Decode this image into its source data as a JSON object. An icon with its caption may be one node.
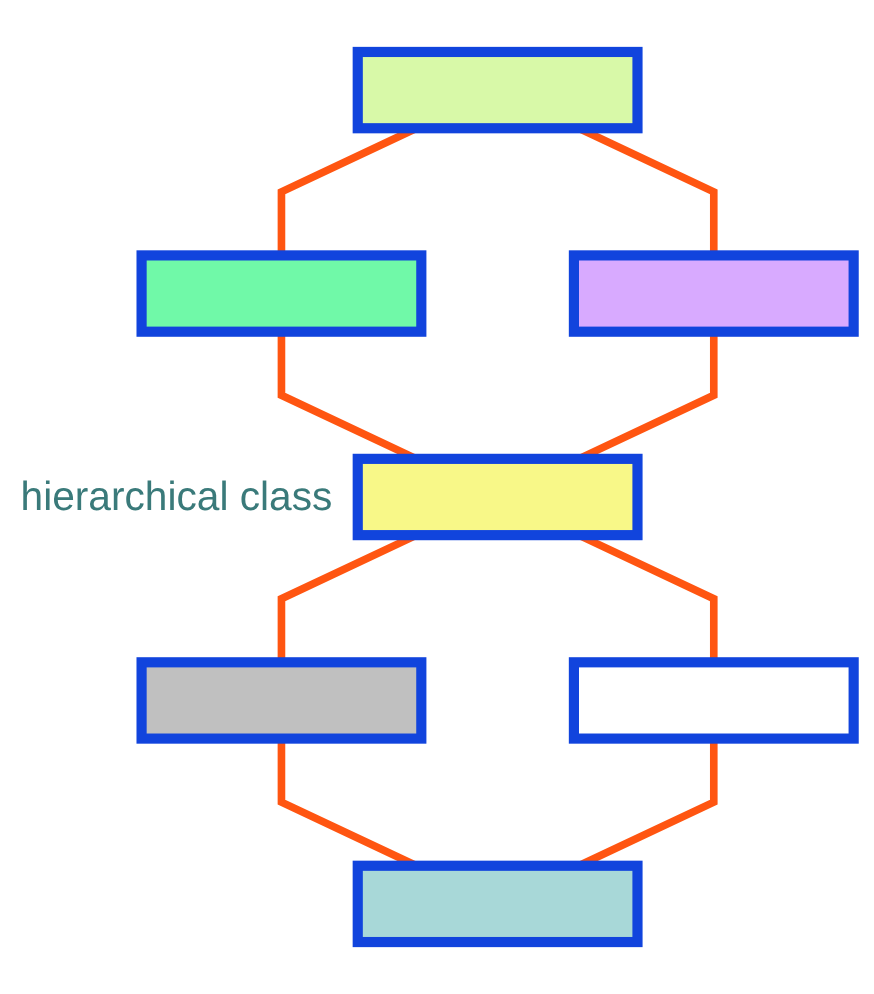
{
  "diagram": {
    "nodes": [
      {
        "text": [],
        "shape": "box"
      },
      {
        "text": [],
        "shape": "box"
      },
      {
        "text": [],
        "shape": "box"
      },
      {
        "text": [],
        "shape": "box",
        "beside": [
          "hierarchical class"
        ]
      },
      {
        "text": [],
        "shape": "box"
      },
      {
        "text": [],
        "shape": "box"
      },
      {
        "text": [],
        "shape": "box"
      }
    ],
    "edges": [
      {
        "from": 0,
        "to": 1,
        "arrow": "none"
      },
      {
        "from": 0,
        "to": 2,
        "arrow": "none"
      },
      {
        "from": 1,
        "to": 3,
        "arrow": "none"
      },
      {
        "from": 2,
        "to": 3,
        "arrow": "none"
      },
      {
        "from": 3,
        "to": 4,
        "arrow": "none"
      },
      {
        "from": 3,
        "to": 5,
        "arrow": "none"
      },
      {
        "from": 4,
        "to": 6,
        "arrow": "none"
      },
      {
        "from": 5,
        "to": 6,
        "arrow": "none"
      }
    ]
  }
}
